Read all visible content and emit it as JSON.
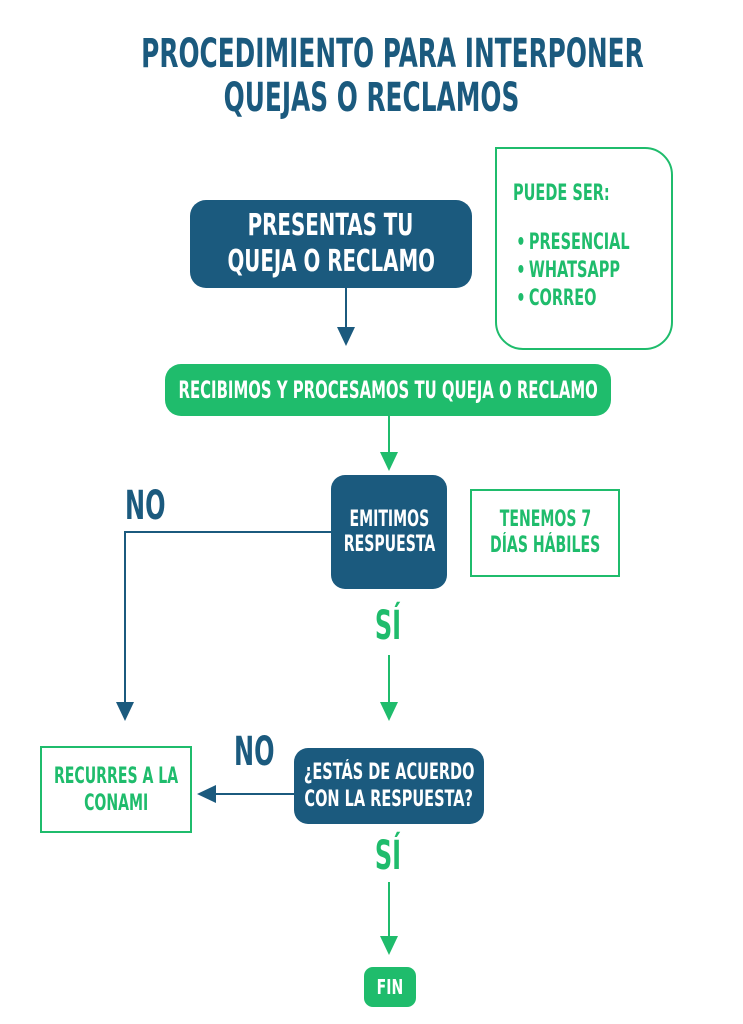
{
  "title": {
    "line1": "PROCEDIMIENTO PARA INTERPONER",
    "line2": "QUEJAS O RECLAMOS"
  },
  "colors": {
    "navy": "#1b5a7e",
    "green": "#1fbc6c"
  },
  "nodes": {
    "presentas": {
      "line1": "PRESENTAS TU",
      "line2": "QUEJA O RECLAMO"
    },
    "puede_ser": {
      "heading": "PUEDE SER:",
      "bullet": "•",
      "items": [
        "PRESENCIAL",
        "WHATSAPP",
        "CORREO"
      ]
    },
    "recibimos": {
      "text": "RECIBIMOS Y PROCESAMOS TU QUEJA O RECLAMO"
    },
    "emitimos": {
      "line1": "EMITIMOS",
      "line2": "RESPUESTA"
    },
    "tenemos": {
      "line1": "TENEMOS 7",
      "line2": "DÍAS HÁBILES"
    },
    "acuerdo": {
      "line1": "¿ESTÁS DE ACUERDO",
      "line2": "CON LA RESPUESTA?"
    },
    "recurres": {
      "line1": "RECURRES A LA",
      "line2": "CONAMI"
    },
    "fin": {
      "text": "FIN"
    }
  },
  "edge_labels": {
    "no_1": "NO",
    "si_1": "SÍ",
    "no_2": "NO",
    "si_2": "SÍ"
  }
}
